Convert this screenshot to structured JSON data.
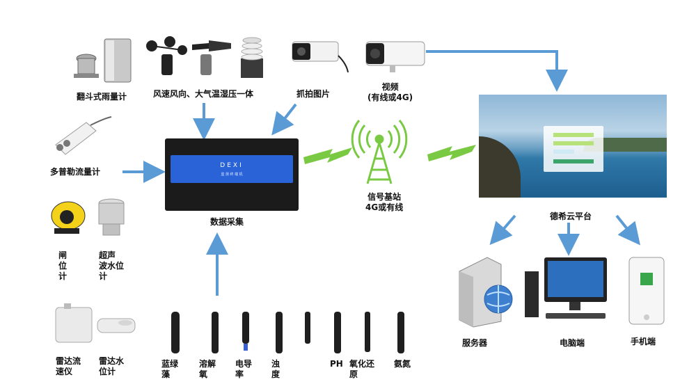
{
  "labels": {
    "rain_gauge": "翻斗式雨量计",
    "weather": "风速风向、大气温湿压一体",
    "snapshot": "抓拍图片",
    "video": "视频\n(有线或4G)",
    "doppler": "多普勒流量计",
    "gate": "闸\n位\n计",
    "ultrasonic": "超声\n波水位\n计",
    "collector": "数据采集",
    "station": "信号基站\n4G或有线",
    "cloud": "德希云平台",
    "radar_flow": "雷达流\n速仪",
    "radar_level": "雷达水\n位计",
    "algae": "蓝绿\n藻",
    "oxygen": "溶解\n氧",
    "conductivity": "电导\n率",
    "turbidity": "浊\n度",
    "ph": "PH",
    "orp": "氧化还\n原",
    "ammonia": "氨氮",
    "server": "服务器",
    "pc": "电脑端",
    "mobile": "手机端"
  },
  "collector_device": {
    "brand": "DEXI",
    "model": "监 测 终 端 机"
  },
  "colors": {
    "arrow": "#5b9bd5",
    "signal": "#7ac943",
    "device_blue": "#2a62d8"
  },
  "icons": [
    "rain-gauge-icon",
    "anemometer-icon",
    "thermo-hygro-icon",
    "camera-icon",
    "server-icon",
    "globe-icon",
    "monitor-icon",
    "phone-icon",
    "signal-tower-icon"
  ]
}
